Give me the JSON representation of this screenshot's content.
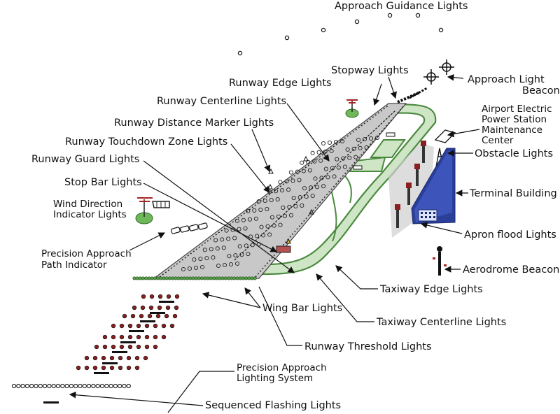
{
  "labels": {
    "approach_guidance": "Approach Guidance Lights",
    "stopway": "Stopway Lights",
    "runway_edge": "Runway Edge Lights",
    "approach_beacon_1": "Approach Light",
    "approach_beacon_2": "Beacon",
    "runway_centerline": "Runway Centerline Lights",
    "power_station_1": "Airport Electric",
    "power_station_2": "Power Station",
    "power_station_3": "Maintenance",
    "power_station_4": "Center",
    "distance_marker": "Runway Distance Marker Lights",
    "obstacle": "Obstacle Lights",
    "touchdown_zone": "Runway Touchdown Zone Lights",
    "runway_guard": "Runway Guard Lights",
    "terminal": "Terminal Building",
    "stop_bar": "Stop Bar Lights",
    "wind_direction_1": "Wind Direction",
    "wind_direction_2": "Indicator Lights",
    "apron_flood": "Apron flood Lights",
    "papi_1": "Precision Approach",
    "papi_2": "Path Indicator",
    "aerodrome_beacon": "Aerodrome Beacon",
    "taxiway_edge": "Taxiway Edge Lights",
    "wing_bar": "Wing Bar Lights",
    "taxiway_centerline": "Taxiway Centerline Lights",
    "threshold": "Runway Threshold Lights",
    "approach_lighting_1": "Precision Approach",
    "approach_lighting_2": "Lighting System",
    "sequenced_flashing": "Sequenced Flashing Lights"
  },
  "colors": {
    "runway_fill": "#c8c8c8",
    "taxiway_green": "#4a8a3e",
    "taxiway_light": "#cfe6c6",
    "approach_red": "#8a1f1f",
    "terminal_blue": "#2a3f9a"
  }
}
